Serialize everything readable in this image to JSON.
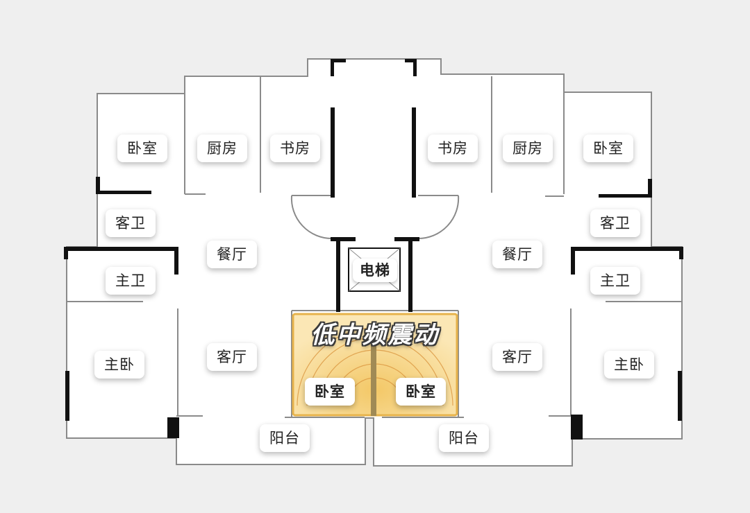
{
  "colors": {
    "background": "#efefef",
    "room_fill": "#ffffff",
    "thin_wall": "#8a8a8a",
    "thick_wall": "#111111",
    "vibration_zone": "#f7d98b",
    "vibration_zone_border": "#e6b24a"
  },
  "vibration_zone": {
    "title": "低中频震动"
  },
  "elevator": {
    "label": "电梯"
  },
  "rooms": {
    "left_bedroom": "卧室",
    "left_kitchen": "厨房",
    "left_study": "书房",
    "left_guest_bath": "客卫",
    "left_dining": "餐厅",
    "left_master_bath": "主卫",
    "left_master_bedroom": "主卧",
    "left_living": "客厅",
    "left_balcony": "阳台",
    "center_left_bedroom": "卧室",
    "center_right_bedroom": "卧室",
    "right_study": "书房",
    "right_kitchen": "厨房",
    "right_bedroom": "卧室",
    "right_guest_bath": "客卫",
    "right_dining": "餐厅",
    "right_master_bath": "主卫",
    "right_master_bedroom": "主卧",
    "right_living": "客厅",
    "right_balcony": "阳台"
  }
}
